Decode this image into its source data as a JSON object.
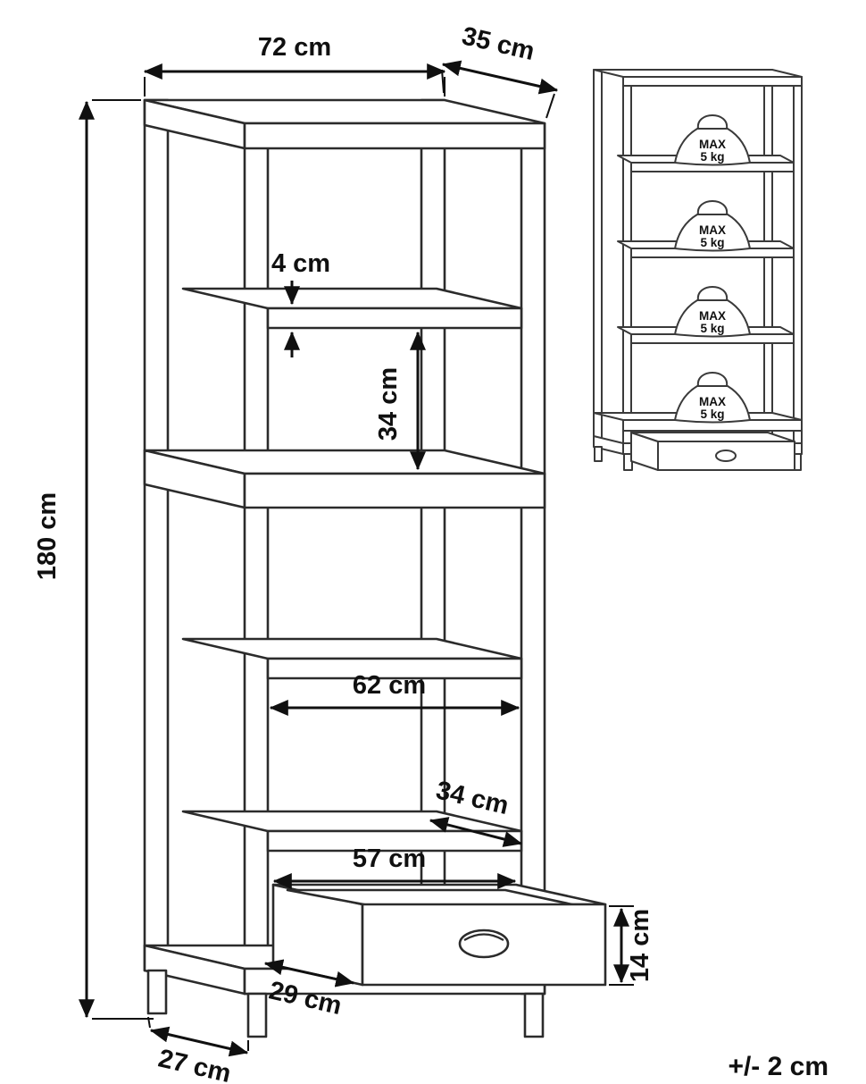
{
  "dims": {
    "width_top": "72 cm",
    "depth_top": "35 cm",
    "height": "180 cm",
    "shelf_thickness": "4 cm",
    "compartment_height": "34 cm",
    "inner_width": "62 cm",
    "shelf_depth": "34 cm",
    "drawer_width": "57 cm",
    "drawer_height": "14 cm",
    "drawer_depth": "29 cm",
    "base_depth": "27 cm"
  },
  "tolerance": "+/- 2 cm",
  "max_load": {
    "weights": [
      {
        "line1": "MAX",
        "line2": "5 kg"
      },
      {
        "line1": "MAX",
        "line2": "5 kg"
      },
      {
        "line1": "MAX",
        "line2": "5 kg"
      },
      {
        "line1": "MAX",
        "line2": "5 kg"
      }
    ]
  },
  "colors": {
    "line": "#2b2b2b",
    "text": "#101010",
    "background": "#ffffff"
  }
}
